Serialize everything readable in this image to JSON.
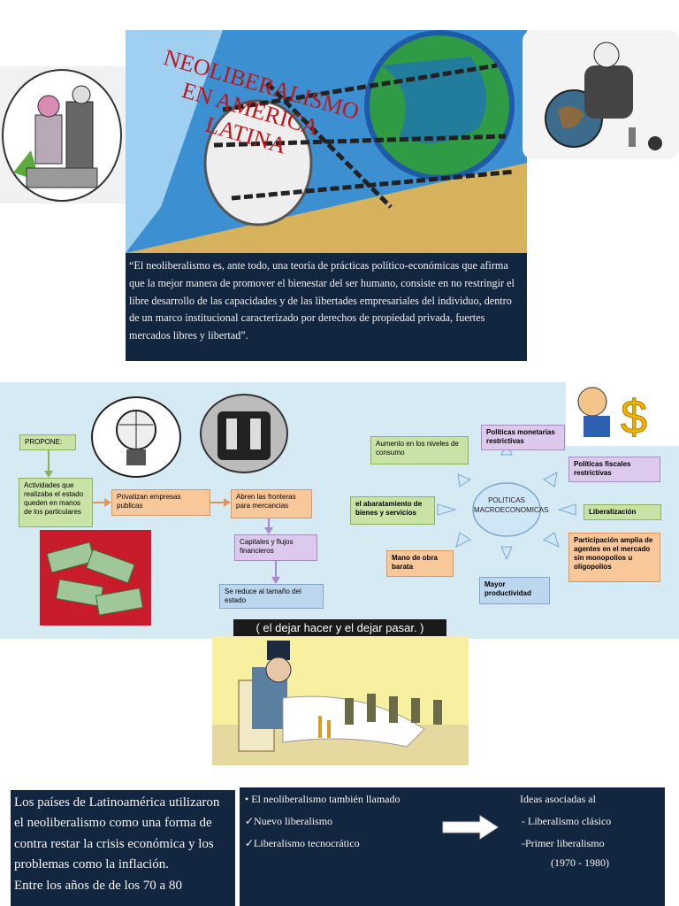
{
  "top": {
    "title_lines": [
      "NEOLIBERALISMO",
      "EN AMERICA",
      "LATINA"
    ],
    "quote": "“El neoliberalismo es, ante todo, una teoría de prácticas político-económicas que afirma que la mejor manera de promover el bienestar del ser humano, consiste en no restringir el libre desarrollo de las capacidades y de las libertades empresariales del individuo, dentro de un marco institucional caracterizado por derechos de propiedad privada, fuertes mercados libres y libertad”."
  },
  "diagram": {
    "propone": "PROPONE:",
    "actividades": "Actividades que realizaba el estado queden en manos de los particulares",
    "privatizan": "Privatizan empresas publicas",
    "abren": "Abren las fronteras para mercancias",
    "capitales": "Capitales y flujos financieros",
    "reduce": "Se reduce al tamaño del estado",
    "center": "POLITICAS MACROECONOMICAS",
    "aumento": "Aumento en los niveles de consumo",
    "monetarias": "Políticas monetarias restrictivas",
    "fiscales": "Políticas fiscales restrictivas",
    "liberalizacion": "Liberalización",
    "participacion": "Participación amplia de agentes en el mercado sin monopolios u oligopolios",
    "productividad": "Mayor productividad",
    "mano": "Mano de obra barata",
    "abaratamiento": "el abaratamiento de bienes y servicios",
    "dejar": "( el dejar hacer y el dejar pasar. )"
  },
  "bottom": {
    "left_text": "Los países de Latinoamérica utilizaron el neoliberalismo como una forma de contra restar la crisis económica y los problemas como la inflación.",
    "left_cut": "Entre los años de de los 70 a 80",
    "bullet1": "• El neoliberalismo también llamado",
    "bullet2": "✓Nuevo liberalismo",
    "bullet3": "✓Liberalismo tecnocrático",
    "ideas_title": "Ideas asociadas al",
    "ideas1": "- Liberalismo clásico",
    "ideas2": "-Primer liberalismo",
    "ideas3": "(1970 - 1980)"
  },
  "colors": {
    "sky": "#d6eaf3",
    "panel": "#13263f",
    "title": "#c0161a"
  }
}
